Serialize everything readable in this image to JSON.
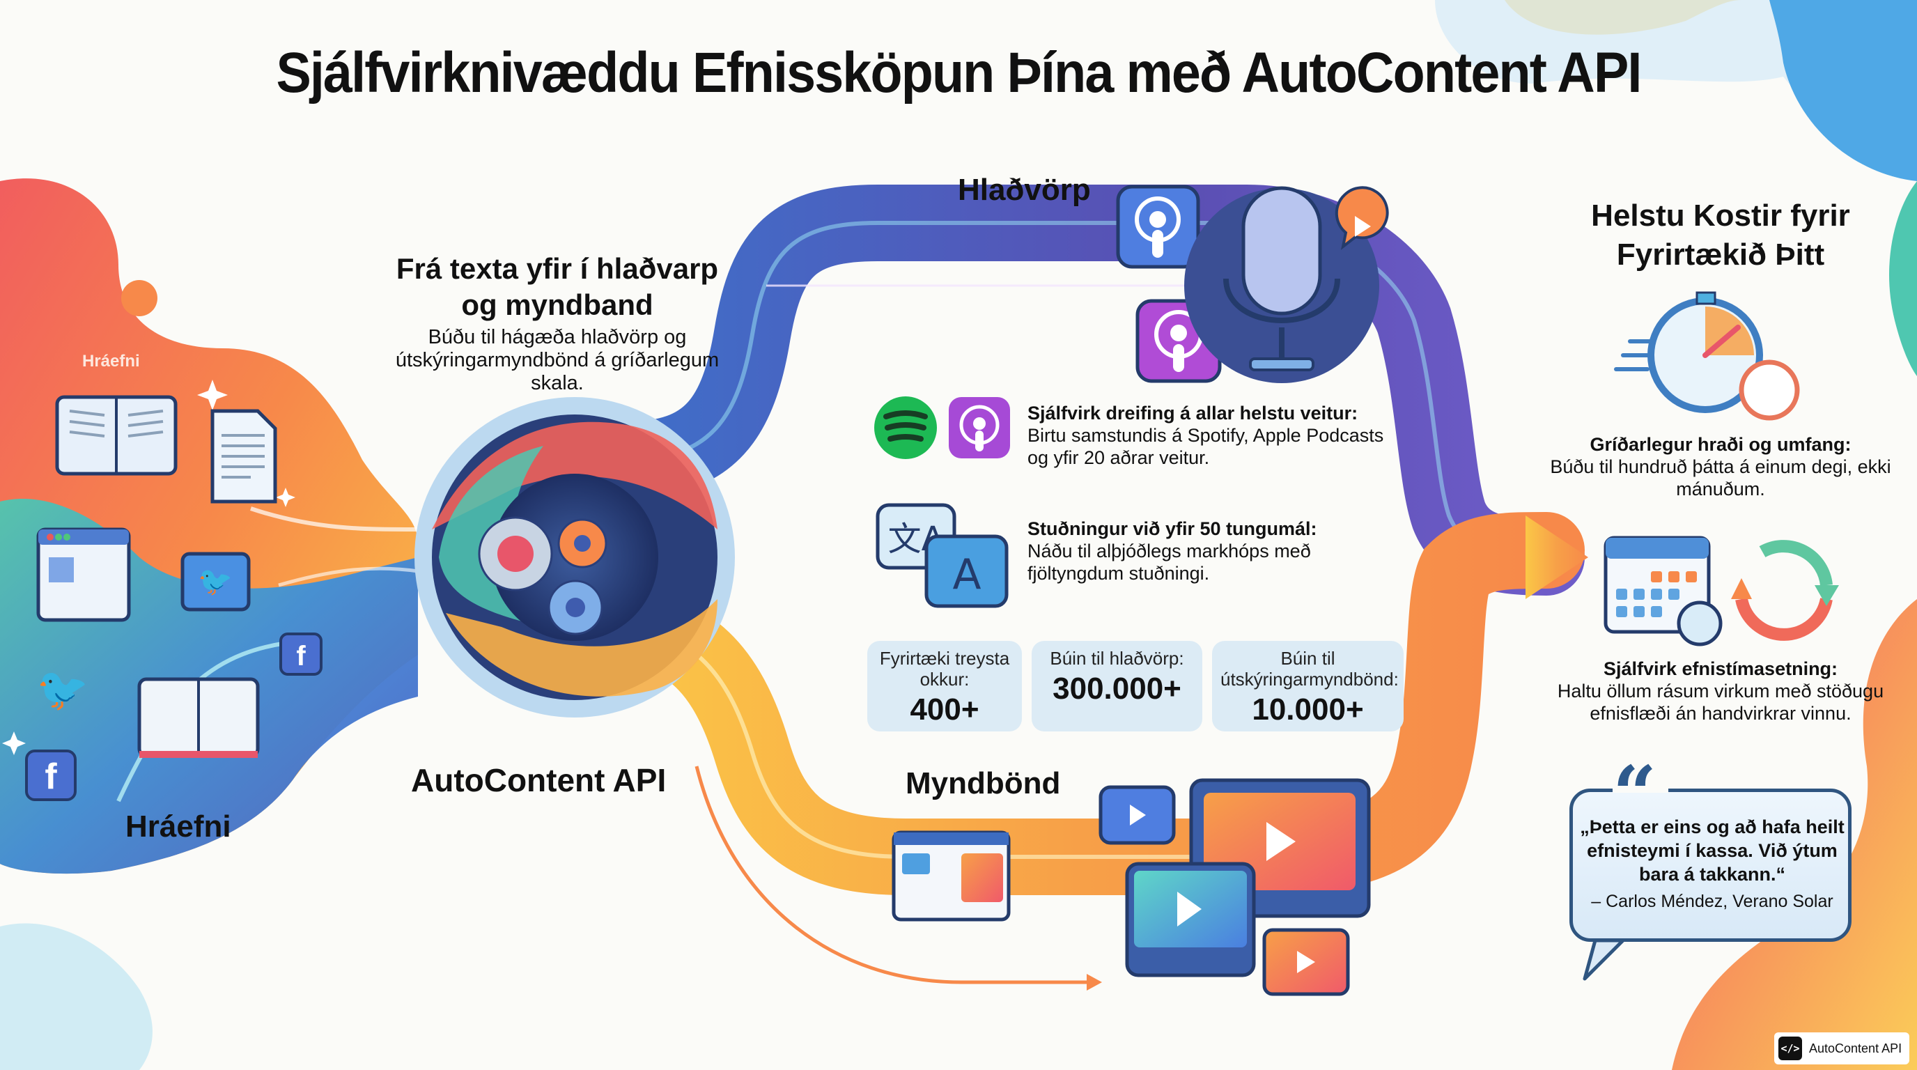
{
  "title": "Sjálfvirknivæddu Efnissköpun Þína með AutoContent API",
  "intro": {
    "heading": "Frá texta yfir í hlaðvarp og myndband",
    "subtext": "Búðu til hágæða hlaðvörp og útskýringarmyndbönd á gríðarlegum skala."
  },
  "source": {
    "label_small": "Hráefni",
    "label": "Hráefni",
    "icons": [
      "open-book-icon",
      "document-icon",
      "webpage-icon",
      "twitter-icon",
      "twitter-icon",
      "open-book-icon",
      "facebook-icon",
      "facebook-icon"
    ]
  },
  "engine": {
    "label": "AutoContent API",
    "icon": "gears-icon"
  },
  "podcasts": {
    "label": "Hlaðvörp",
    "icons": [
      "podcast-icon",
      "podcast-icon",
      "microphone-icon",
      "play-bubble-icon",
      "waveform-icon"
    ]
  },
  "features": [
    {
      "title": "Sjálfvirk dreifing á allar helstu veitur:",
      "text": "Birtu samstundis á Spotify, Apple Podcasts og yfir 20 aðrar veitur.",
      "icons": [
        "spotify-icon",
        "apple-podcasts-icon"
      ]
    },
    {
      "title": "Stuðningur við yfir 50 tungumál:",
      "text": "Náðu til alþjóðlegs markhóps með fjöltyngdum stuðningi.",
      "icons": [
        "translate-icon"
      ]
    }
  ],
  "stats": [
    {
      "label": "Fyrirtæki treysta okkur:",
      "value": "400+"
    },
    {
      "label": "Búin til hlaðvörp:",
      "value": "300.000+"
    },
    {
      "label": "Búin til útskýringarmyndbönd:",
      "value": "10.000+"
    }
  ],
  "videos": {
    "label": "Myndbönd",
    "icons": [
      "browser-video-icon",
      "play-icon",
      "video-player-icon",
      "video-player-icon",
      "play-icon"
    ]
  },
  "benefits": {
    "heading": "Helstu Kostir fyrir Fyrirtækið Þitt",
    "items": [
      {
        "title": "Gríðarlegur hraði og umfang:",
        "text": "Búðu til hundruð þátta á einum degi, ekki mánuðum.",
        "icon": "stopwatch-icon"
      },
      {
        "title": "Sjálfvirk efnistímasetning:",
        "text": "Haltu öllum rásum virkum með stöðugu efnisflæði án handvirkrar vinnu.",
        "icon": "calendar-refresh-icon"
      }
    ],
    "quote": {
      "text": "„Þetta er eins og að hafa heilt efnisteymi í kassa. Við ýtum bara á takkann.“",
      "author": "– Carlos Méndez, Verano Solar"
    }
  },
  "badge": {
    "code": "</>",
    "label": "AutoContent API"
  },
  "colors": {
    "orange": "#f7894a",
    "coral": "#f0625a",
    "yellow": "#fbc747",
    "teal": "#4fc7b0",
    "blue": "#3f8fd8",
    "navy": "#2a3f7a",
    "purple": "#8e5cd6",
    "bg": "#fbfbf8"
  }
}
